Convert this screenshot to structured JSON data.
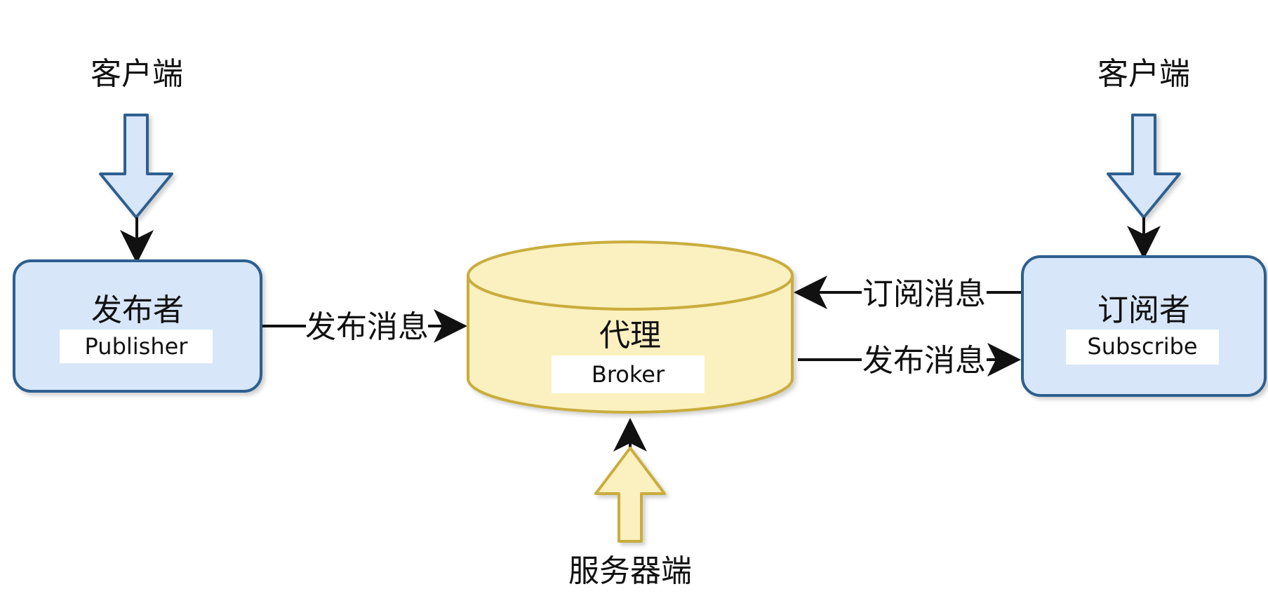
{
  "colors": {
    "blue_fill": "#d7e6f8",
    "blue_stroke": "#2f5f8f",
    "yellow_fill": "#fbf0bf",
    "yellow_stroke": "#c9ad3d",
    "arrow": "#111111",
    "label_bg": "#ffffff"
  },
  "client_left": {
    "label": "客户端"
  },
  "client_right": {
    "label": "客户端"
  },
  "publisher": {
    "title": "发布者",
    "subtitle": "Publisher"
  },
  "subscriber": {
    "title": "订阅者",
    "subtitle": "Subscribe"
  },
  "broker": {
    "title": "代理",
    "subtitle": "Broker"
  },
  "server": {
    "label": "服务器端"
  },
  "edges": {
    "publish_to_broker": "发布消息",
    "subscribe_to_broker": "订阅消息",
    "broker_to_subscriber": "发布消息"
  },
  "icons": {
    "client_left_arrow": "hollow-down-arrow-icon",
    "client_right_arrow": "hollow-down-arrow-icon",
    "server_arrow": "hollow-up-arrow-icon"
  }
}
